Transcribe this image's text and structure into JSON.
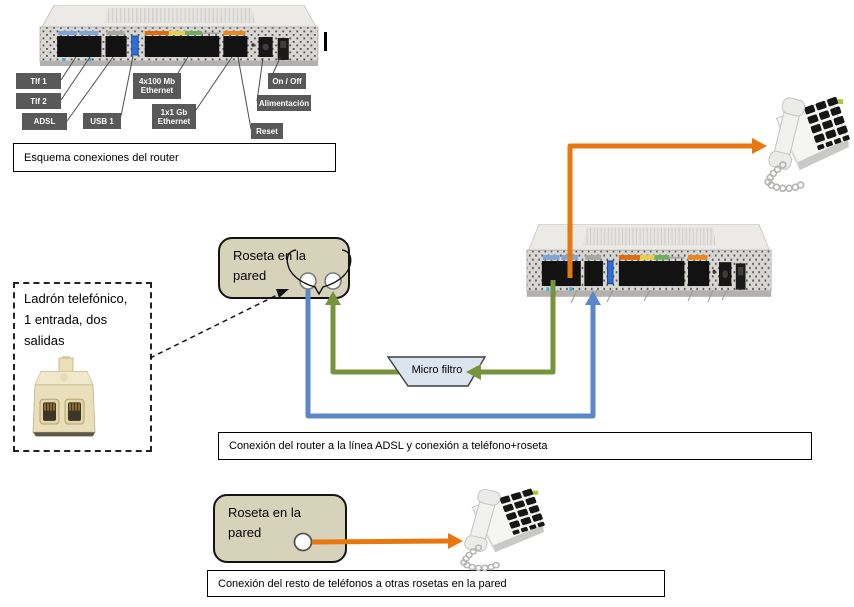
{
  "colors": {
    "orange": "#E8770E",
    "green": "#77933C",
    "blue": "#5B86C9",
    "roseta_fill": "#D7D3BA",
    "microfilter_fill": "#DCE4EF",
    "port_label_bg": "#595959",
    "port_label_text": "#FFFFFF"
  },
  "router_schematic": {
    "caption": "Esquema conexiones del router",
    "port_labels": {
      "tlf1": "Tlf 1",
      "tlf2": "Tlf 2",
      "adsl": "ADSL",
      "usb1": "USB 1",
      "eth4_line1": "4x100 Mb",
      "eth4_line2": "Ethernet",
      "eth1g_line1": "1x1 Gb",
      "eth1g_line2": "Ethernet",
      "onoff": "On / Off",
      "alimentacion": "Alimentación",
      "reset": "Reset"
    }
  },
  "ladron": {
    "line1": "Ladrón telefónico,",
    "line2": "1 entrada, dos",
    "line3": "salidas"
  },
  "roseta_top": {
    "line1": "Roseta en la",
    "line2": "pared"
  },
  "roseta_bottom": {
    "line1": "Roseta en la",
    "line2": "pared"
  },
  "microfilter_label": "Micro filtro",
  "captions": {
    "main": "Conexión del router a la línea ADSL y conexión a teléfono+roseta",
    "bottom": "Conexión del resto de teléfonos a otras rosetas en la pared"
  }
}
